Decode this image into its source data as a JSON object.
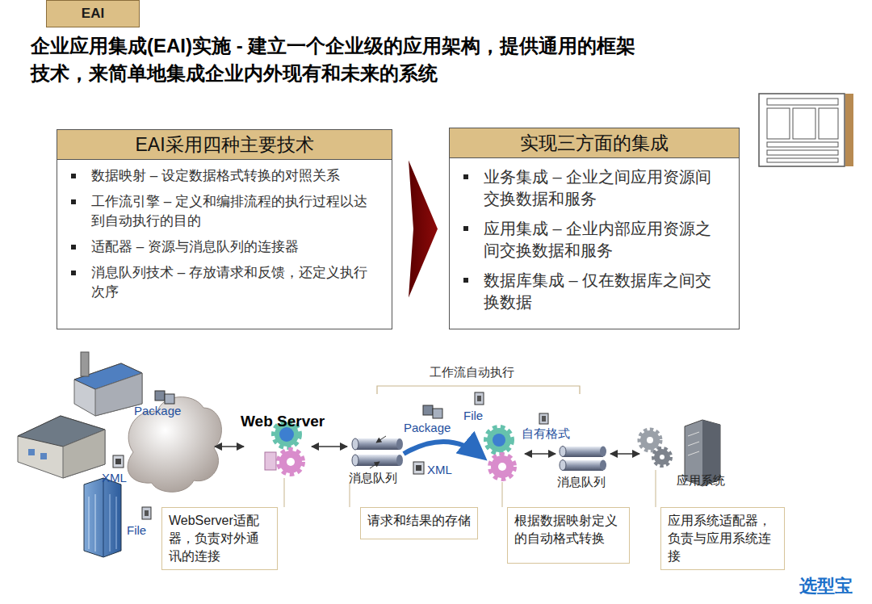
{
  "diagram": {
    "title": "企业应用集成(EAI)实施 - 建立一个企业级的应用架构，提供通用的框架技术，来简单地集成企业内外现有和未来的系统",
    "nodes": [
      {
        "text": [
          "EAI"
        ]
      },
      {
        "text": [
          "EAI采用四种主要技术",
          "数据映射 – 设定数据格式转换的对照关系",
          "工作流引擎 – 定义和编排流程的执行过程以达到自动执行的目的",
          "适配器 – 资源与消息队列的连接器",
          "消息队列技术 – 存放请求和反馈，还定义执行次序"
        ]
      },
      {
        "text": [
          "实现三方面的集成",
          "业务集成 – 企业之间应用资源间交换数据和服务",
          "应用集成 – 企业内部应用资源之间交换数据和服务",
          "数据库集成 – 仅在数据库之间交换数据"
        ]
      },
      {
        "text": [
          "WebServer适配器，负责对外通讯的连接"
        ]
      },
      {
        "text": [
          "请求和结果的存储"
        ]
      },
      {
        "text": [
          "根据数据映射定义的自动格式转换"
        ]
      },
      {
        "text": [
          "应用系统适配器，负责与应用系统连接"
        ]
      }
    ],
    "edges": [
      {
        "from": 1,
        "to": 2,
        "arrow": "to"
      }
    ],
    "labels": [
      "Package",
      "XML",
      "File",
      "Web Server",
      "工作流自动执行",
      "Package",
      "File",
      "XML",
      "自有格式",
      "消息队列",
      "消息队列",
      "应用系统",
      "选型宝"
    ]
  }
}
